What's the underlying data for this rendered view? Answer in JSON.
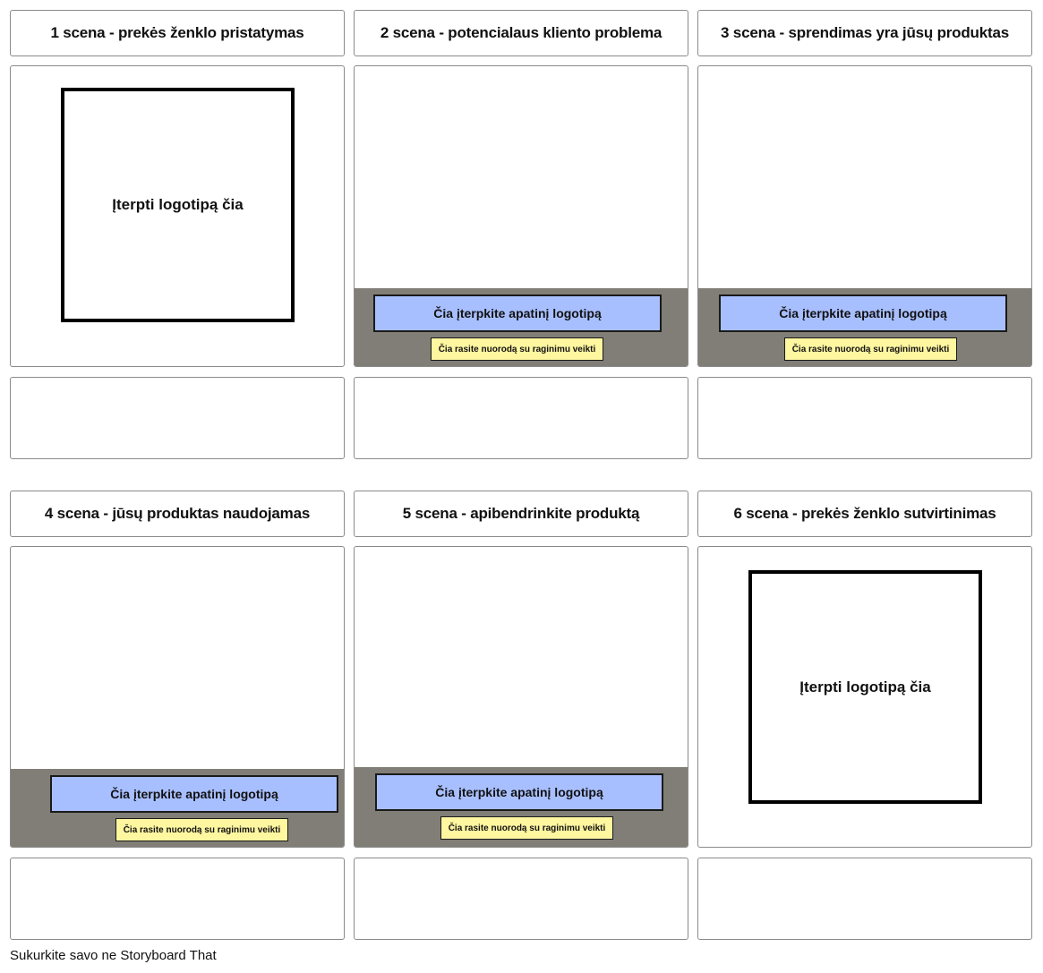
{
  "scenes": [
    {
      "title": "1 scena - prekės ženklo pristatymas",
      "logo_placeholder": "Įterpti logotipą čia"
    },
    {
      "title": "2 scena - potencialaus kliento problema",
      "bottom_logo": "Čia įterpkite apatinį logotipą",
      "cta": "Čia rasite nuorodą su raginimu veikti"
    },
    {
      "title": "3 scena - sprendimas yra jūsų produktas",
      "bottom_logo": "Čia įterpkite apatinį logotipą",
      "cta": "Čia rasite nuorodą su raginimu veikti"
    },
    {
      "title": "4 scena - jūsų produktas naudojamas",
      "bottom_logo": "Čia įterpkite apatinį logotipą",
      "cta": "Čia rasite nuorodą su raginimu veikti"
    },
    {
      "title": "5 scena - apibendrinkite produktą",
      "bottom_logo": "Čia įterpkite apatinį logotipą",
      "cta": "Čia rasite nuorodą su raginimu veikti"
    },
    {
      "title": "6 scena - prekės ženklo sutvirtinimas",
      "logo_placeholder": "Įterpti logotipą čia"
    }
  ],
  "footer": {
    "text": "Sukurkite savo ne Storyboard That"
  },
  "colors": {
    "bottom_logo_fill": "#a8bfff",
    "cta_fill": "#fff6a0",
    "band_fill": "#807e76",
    "border": "#8a8a8a"
  }
}
